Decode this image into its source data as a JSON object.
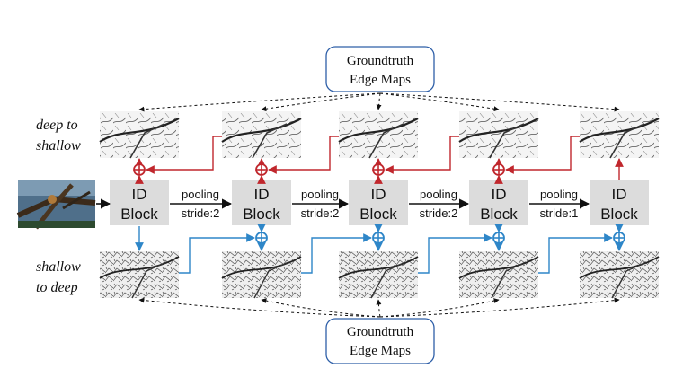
{
  "groundtruth": {
    "line1": "Groundtruth",
    "line2": "Edge Maps"
  },
  "labels": {
    "deep_to_shallow": [
      "deep to",
      "shallow"
    ],
    "shallow_to_deep": [
      "shallow",
      "to deep"
    ]
  },
  "blocks": [
    {
      "line1": "ID",
      "line2": "Block"
    },
    {
      "line1": "ID",
      "line2": "Block"
    },
    {
      "line1": "ID",
      "line2": "Block"
    },
    {
      "line1": "ID",
      "line2": "Block"
    },
    {
      "line1": "ID",
      "line2": "Block"
    }
  ],
  "pooling": [
    {
      "line1": "pooling",
      "line2": "stride:2"
    },
    {
      "line1": "pooling",
      "line2": "stride:2"
    },
    {
      "line1": "pooling",
      "line2": "stride:2"
    },
    {
      "line1": "pooling",
      "line2": "stride:1"
    }
  ],
  "colors": {
    "red": "#c0272d",
    "blue": "#2e86c8",
    "block": "#dcdcdc",
    "gt_border": "#2e5fa8"
  }
}
